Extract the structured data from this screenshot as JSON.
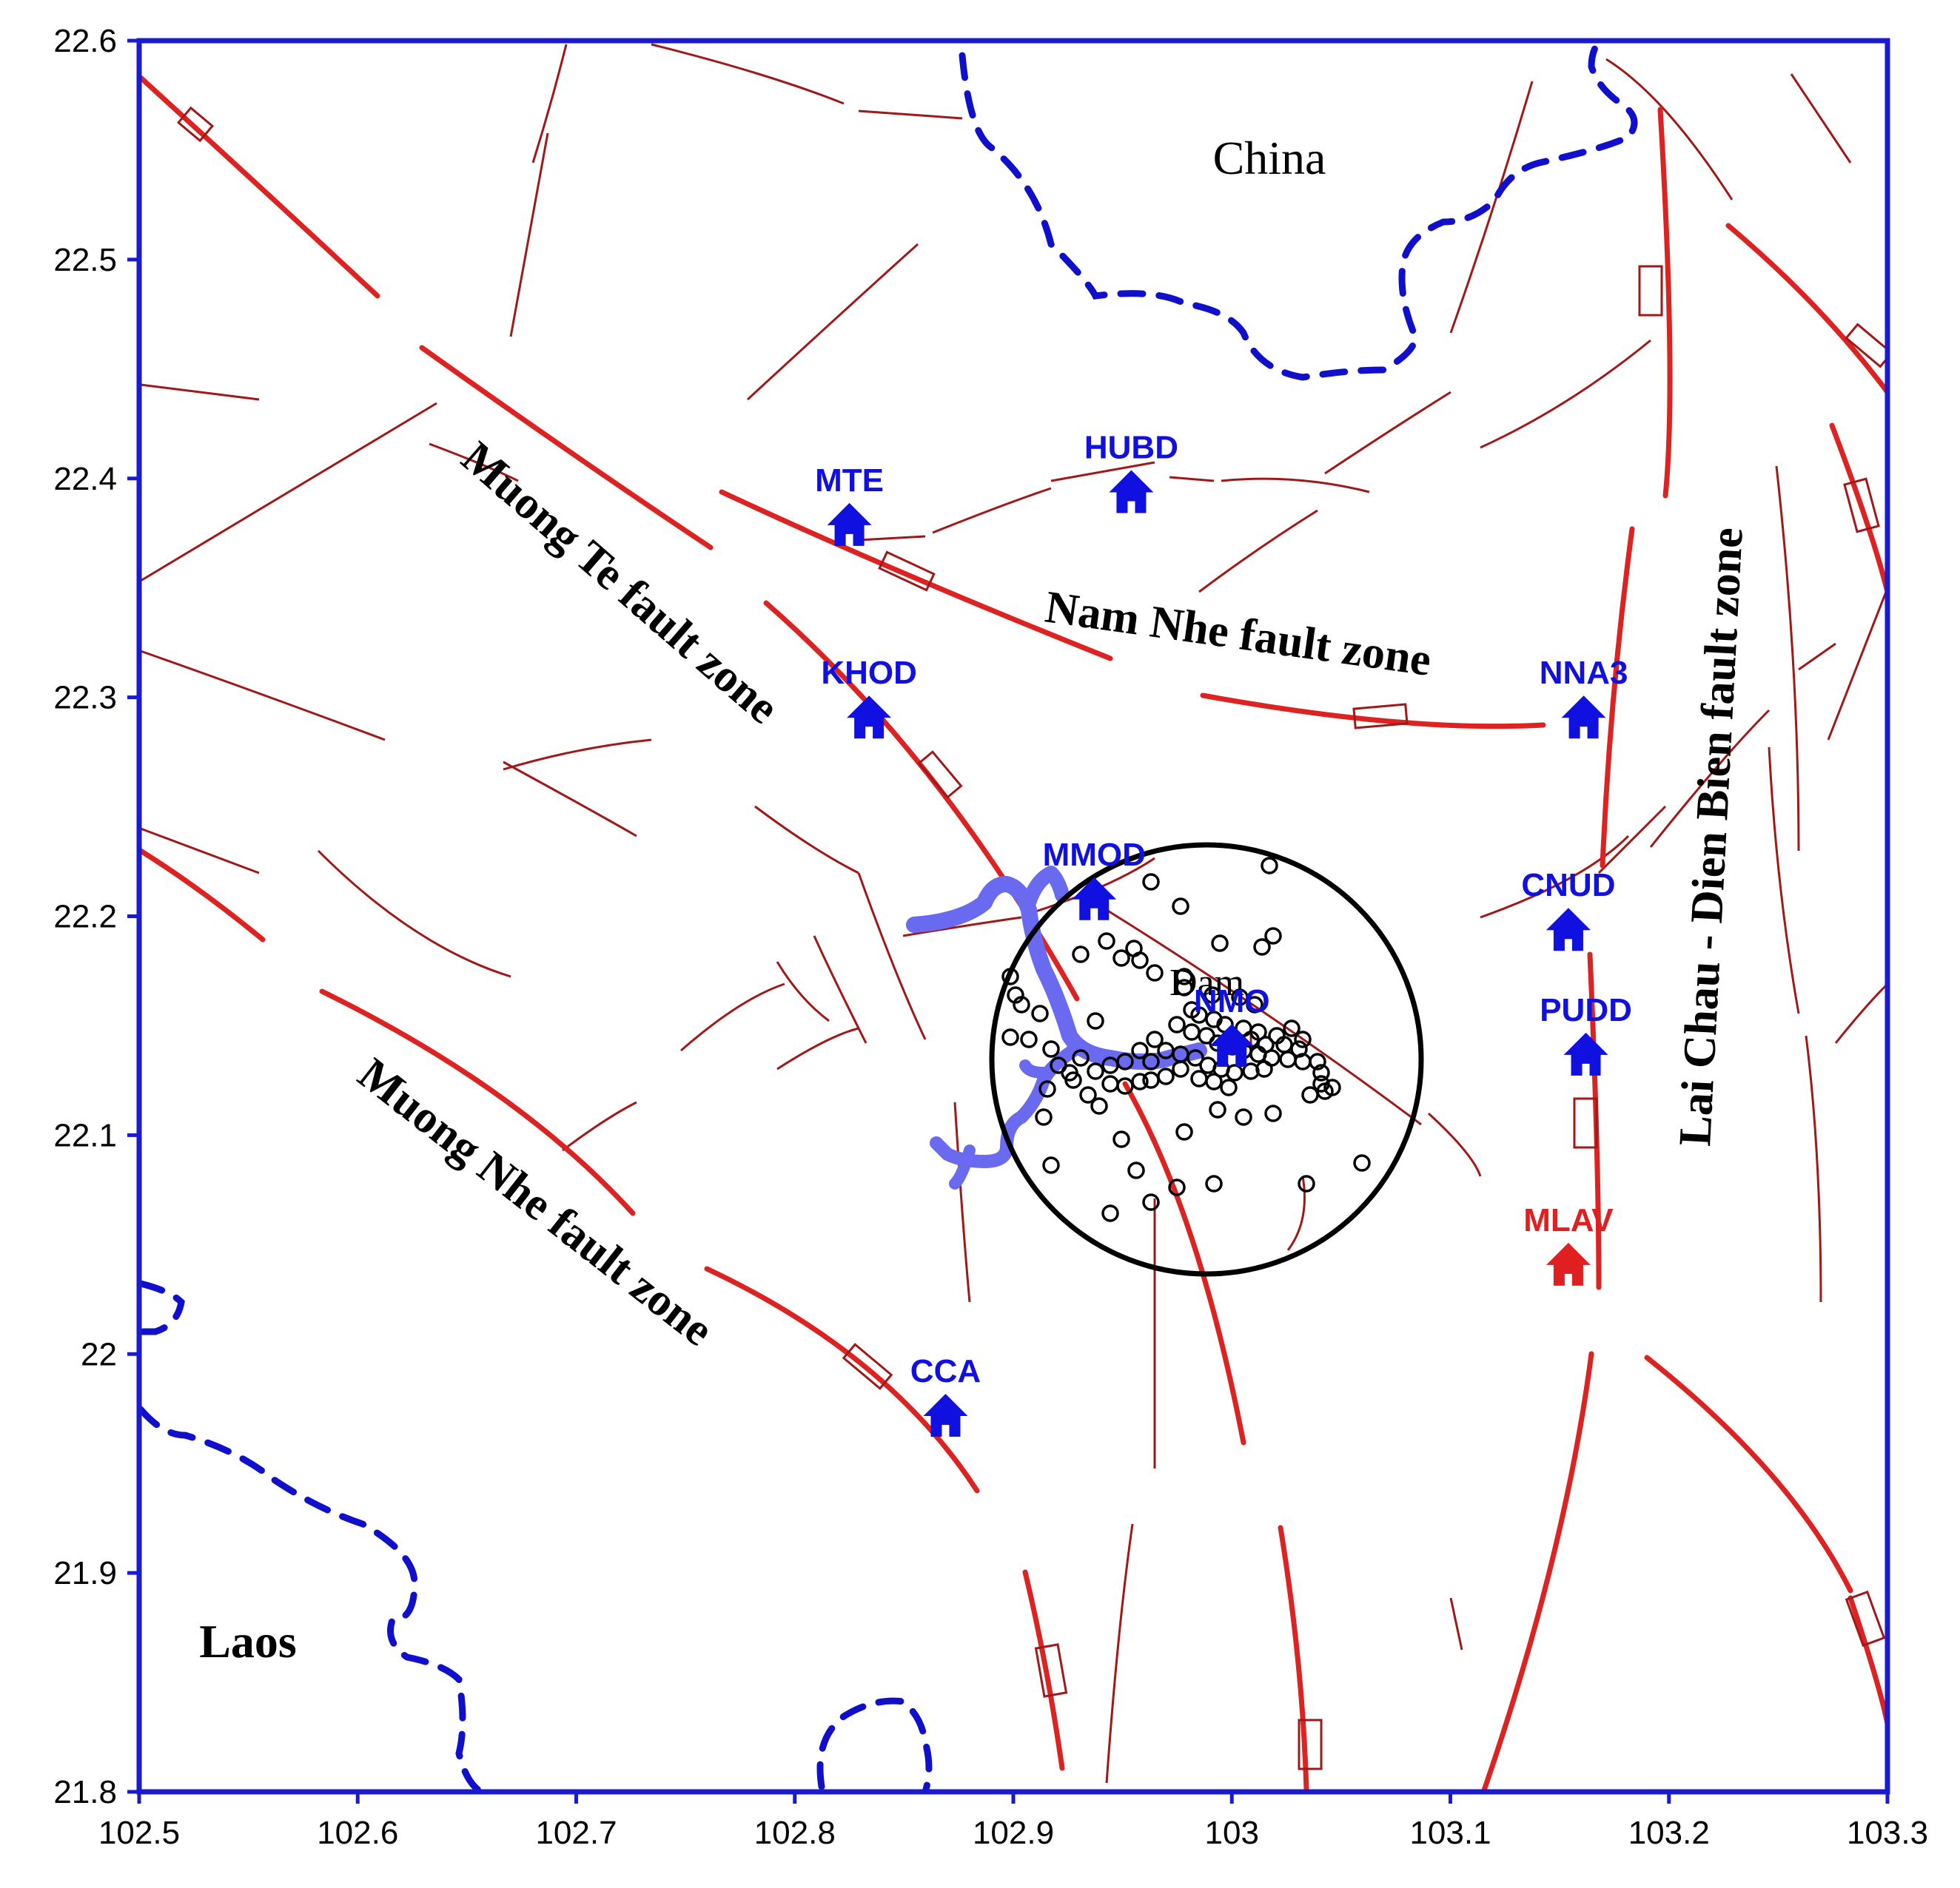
{
  "map": {
    "axes": {
      "lon_min": 102.5,
      "lon_max": 103.3,
      "lat_min": 21.8,
      "lat_max": 22.6,
      "x_ticks": [
        "102.5",
        "102.6",
        "102.7",
        "102.8",
        "102.9",
        "103",
        "103.1",
        "103.2",
        "103.3"
      ],
      "y_ticks": [
        "22.6",
        "22.5",
        "22.4",
        "22.3",
        "22.2",
        "22.1",
        "22",
        "21.9",
        "21.8"
      ]
    },
    "regions": {
      "china": "China",
      "laos": "Laos"
    },
    "fault_zones": {
      "muong_te": "Muong Te fault zone",
      "nam_nhe": "Nam Nhe fault zone",
      "muong_nhe": "Muong Nhe fault zone",
      "lai_chau": "Lai Chau - Dien Bien fault zone"
    },
    "dam_label": "Dam",
    "stations": [
      {
        "code": "MTE",
        "lon": 102.825,
        "lat": 22.378,
        "color": "#1010e0"
      },
      {
        "code": "HUBD",
        "lon": 102.954,
        "lat": 22.393,
        "color": "#1010e0"
      },
      {
        "code": "KHOD",
        "lon": 102.834,
        "lat": 22.29,
        "color": "#1010e0"
      },
      {
        "code": "NNA3",
        "lon": 103.161,
        "lat": 22.29,
        "color": "#1010e0"
      },
      {
        "code": "MMOD",
        "lon": 102.937,
        "lat": 22.207,
        "color": "#1010e0"
      },
      {
        "code": "CNUD",
        "lon": 103.154,
        "lat": 22.193,
        "color": "#1010e0"
      },
      {
        "code": "PUDD",
        "lon": 103.162,
        "lat": 22.136,
        "color": "#1010e0"
      },
      {
        "code": "NMO",
        "lon": 103.0,
        "lat": 22.14,
        "color": "#1010e0"
      },
      {
        "code": "MLAV",
        "lon": 103.154,
        "lat": 22.04,
        "color": "#e02020"
      },
      {
        "code": "CCA",
        "lon": 102.869,
        "lat": 21.971,
        "color": "#1010e0"
      }
    ],
    "colors": {
      "frame": "#1a1ad0",
      "fault_major": "#dd2222",
      "fault_minor": "#a01818",
      "border": "#1010cc",
      "reservoir": "#6a6af0",
      "circle": "#000000"
    }
  }
}
